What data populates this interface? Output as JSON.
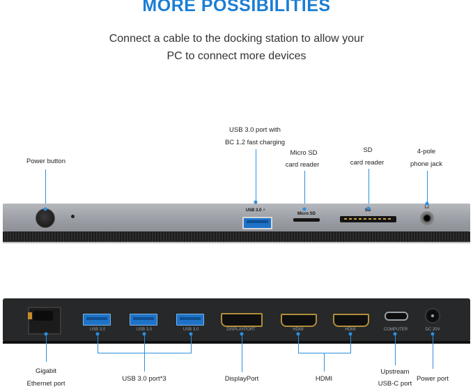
{
  "title": "MORE POSSIBILITIES",
  "subtitle_line1": "Connect a cable to the docking station to allow your",
  "subtitle_line2": "PC to connect more devices",
  "colors": {
    "accent": "#1a7ed4",
    "line": "#2a8fe0"
  },
  "front": {
    "labels": {
      "power_button": "Power button",
      "usb_line1": "USB 3.0 port with",
      "usb_line2": "BC 1.2 fast charging",
      "microsd_line1": "Micro SD",
      "microsd_line2": "card reader",
      "sd_line1": "SD",
      "sd_line2": "card reader",
      "jack_line1": "4-pole",
      "jack_line2": "phone jack"
    },
    "port_text": {
      "usb": "USB 3.0 ⚡",
      "microsd": "Micro SD",
      "sd": "SD",
      "jack": "🎧"
    }
  },
  "back": {
    "labels": {
      "ethernet_line1": "Gigabit",
      "ethernet_line2": "Ethernet port",
      "usb": "USB 3.0 port*3",
      "displayport": "DisplayPort",
      "hdmi": "HDMI",
      "usbc_line1": "Upstream",
      "usbc_line2": "USB-C port",
      "power": "Power port"
    },
    "port_text": {
      "usb1": "USB 3.0",
      "usb2": "USB 3.0",
      "usb3": "USB 3.0",
      "displayport": "DISPLAYPORT",
      "hdmi1": "HDMI",
      "hdmi2": "HDMI",
      "computer": "COMPUTER",
      "dc": "DC 20V"
    }
  }
}
